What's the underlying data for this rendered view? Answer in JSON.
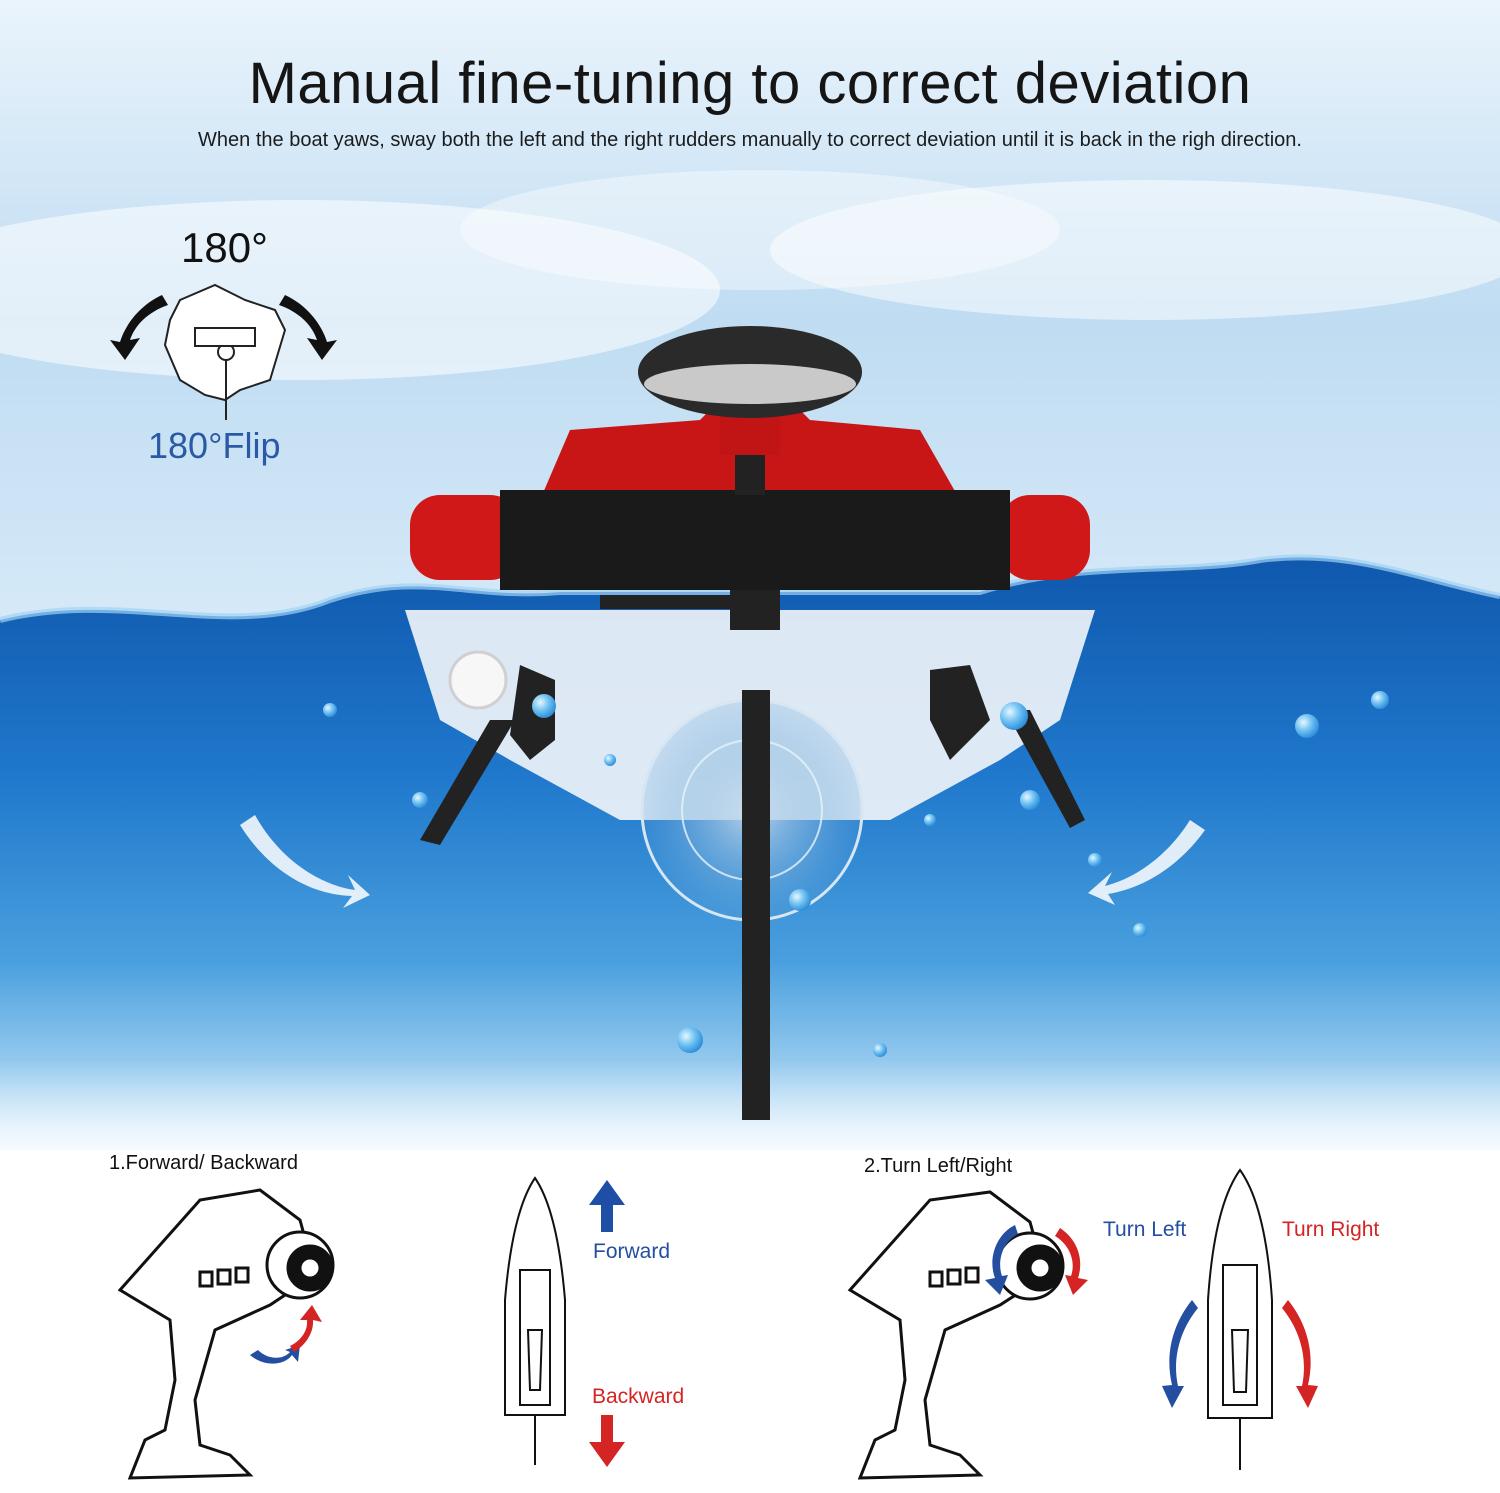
{
  "title": "Manual fine-tuning to correct deviation",
  "subtitle": "When the boat yaws, sway both the left and the right rudders manually to correct deviation until it is back in the righ direction.",
  "flip": {
    "degrees": "180°",
    "label": "180°Flip"
  },
  "steps": {
    "forward_backward": {
      "caption": "1.Forward/ Backward",
      "forward_label": "Forward",
      "backward_label": "Backward"
    },
    "turn": {
      "caption": "2.Turn Left/Right",
      "left_label": "Turn Left",
      "right_label": "Turn Right"
    }
  },
  "colors": {
    "accent_blue": "#244fa0",
    "accent_red": "#d42424",
    "water": "#1f6fc0",
    "hull_red": "#d01818"
  },
  "icons": [
    "rotate-left-arrow-icon",
    "rotate-right-arrow-icon",
    "forward-arrow-icon",
    "backward-arrow-icon",
    "turn-left-arrow-icon",
    "turn-right-arrow-icon"
  ]
}
